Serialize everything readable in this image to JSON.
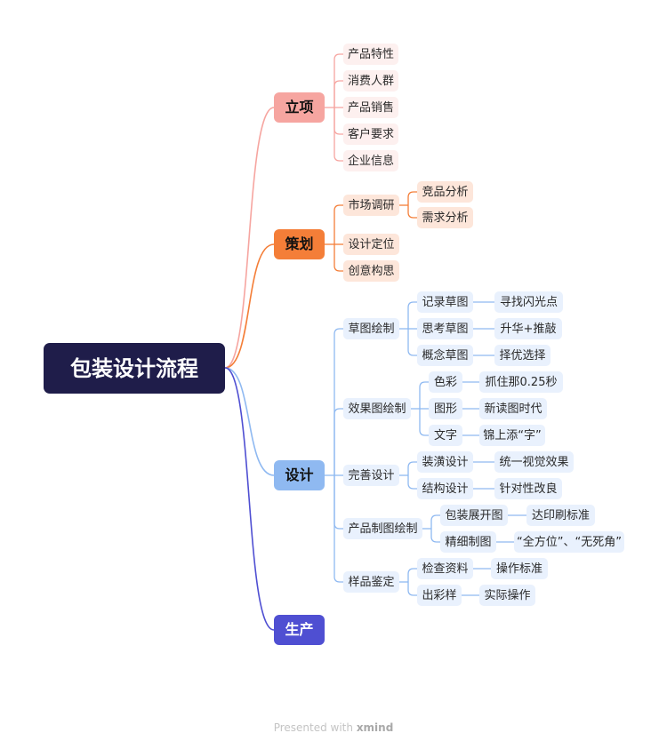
{
  "title": "包装设计流程",
  "colors": {
    "branch_1": "#f6a5a0",
    "branch_2": "#f47e38",
    "branch_3": "#8fb9f1",
    "branch_4": "#4f4fd2",
    "root_bg": "#1f1d4a"
  },
  "branches": [
    {
      "label": "立项",
      "children": [
        {
          "label": "产品特性"
        },
        {
          "label": "消费人群"
        },
        {
          "label": "产品销售"
        },
        {
          "label": "客户要求"
        },
        {
          "label": "企业信息"
        }
      ]
    },
    {
      "label": "策划",
      "children": [
        {
          "label": "市场调研",
          "children": [
            {
              "label": "竞品分析"
            },
            {
              "label": "需求分析"
            }
          ]
        },
        {
          "label": "设计定位"
        },
        {
          "label": "创意构思"
        }
      ]
    },
    {
      "label": "设计",
      "children": [
        {
          "label": "草图绘制",
          "children": [
            {
              "label": "记录草图",
              "children": [
                {
                  "label": "寻找闪光点"
                }
              ]
            },
            {
              "label": "思考草图",
              "children": [
                {
                  "label": "升华+推敲"
                }
              ]
            },
            {
              "label": "概念草图",
              "children": [
                {
                  "label": "择优选择"
                }
              ]
            }
          ]
        },
        {
          "label": "效果图绘制",
          "children": [
            {
              "label": "色彩",
              "children": [
                {
                  "label": "抓住那0.25秒"
                }
              ]
            },
            {
              "label": "图形",
              "children": [
                {
                  "label": "新读图时代"
                }
              ]
            },
            {
              "label": "文字",
              "children": [
                {
                  "label": "锦上添“字”"
                }
              ]
            }
          ]
        },
        {
          "label": "完善设计",
          "children": [
            {
              "label": "装潢设计",
              "children": [
                {
                  "label": "统一视觉效果"
                }
              ]
            },
            {
              "label": "结构设计",
              "children": [
                {
                  "label": "针对性改良"
                }
              ]
            }
          ]
        },
        {
          "label": "产品制图绘制",
          "children": [
            {
              "label": "包装展开图",
              "children": [
                {
                  "label": "达印刷标准"
                }
              ]
            },
            {
              "label": "精细制图",
              "children": [
                {
                  "label": "“全方位”、“无死角”"
                }
              ]
            }
          ]
        },
        {
          "label": "样品鉴定",
          "children": [
            {
              "label": "检查资料",
              "children": [
                {
                  "label": "操作标准"
                }
              ]
            },
            {
              "label": "出彩样",
              "children": [
                {
                  "label": "实际操作"
                }
              ]
            }
          ]
        }
      ]
    },
    {
      "label": "生产",
      "children": []
    }
  ],
  "footer": {
    "prefix": "Presented with ",
    "brand": "xmind"
  }
}
